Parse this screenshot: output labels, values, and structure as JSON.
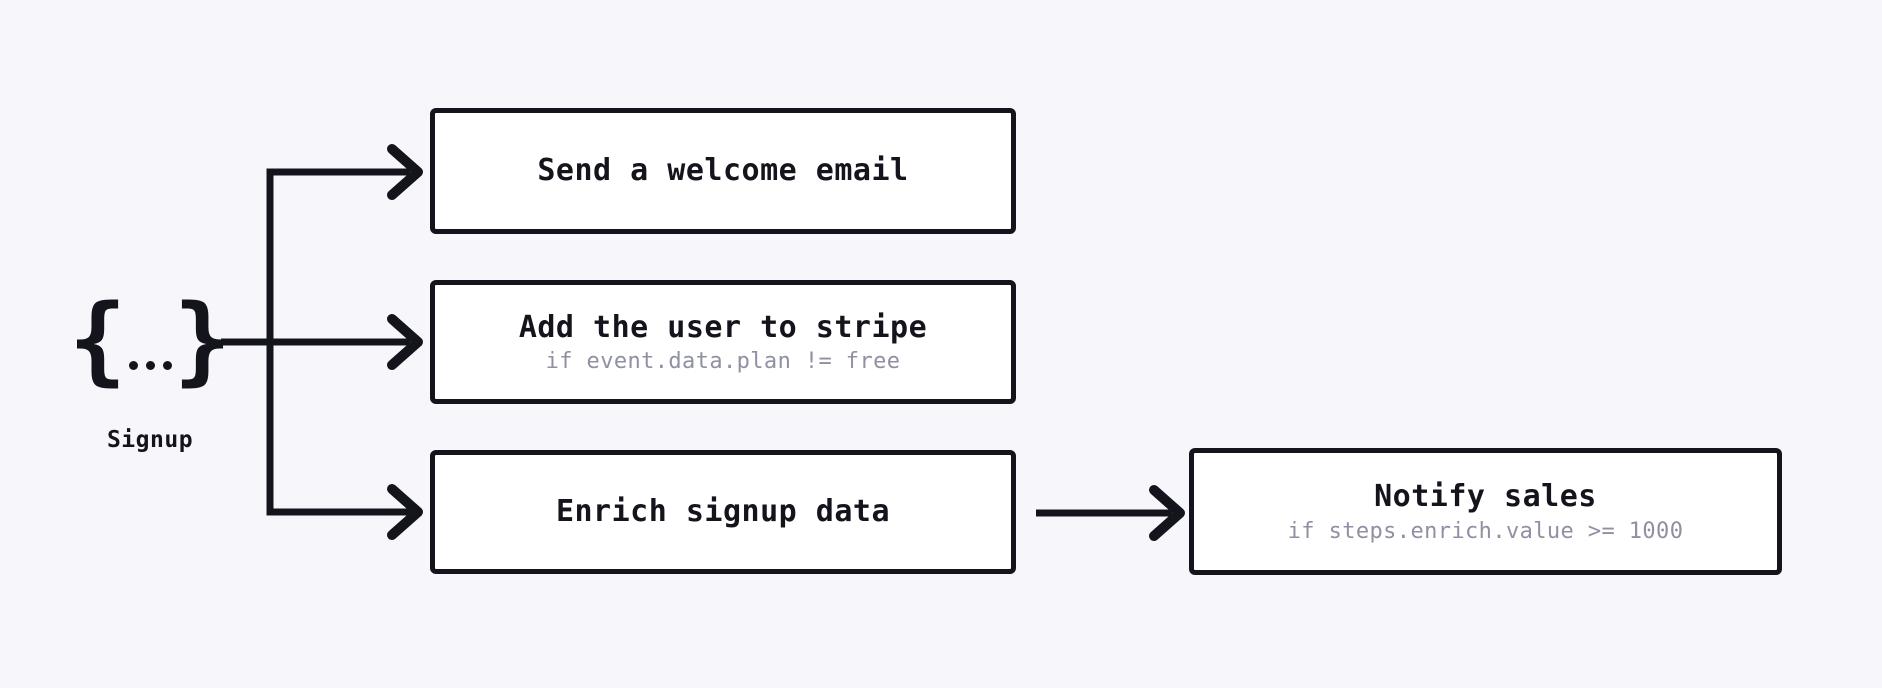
{
  "palette": {
    "background": "#f7f7fb",
    "ink": "#14141d",
    "muted_text": "#8f90a2",
    "box_fill": "#ffffff"
  },
  "event": {
    "name": "Signup",
    "icon_open": "{",
    "icon_close": "}"
  },
  "steps": [
    {
      "title": "Send a welcome email"
    },
    {
      "title": "Add the user to stripe",
      "condition": "if event.data.plan != free"
    },
    {
      "title": "Enrich signup data"
    },
    {
      "title": "Notify sales",
      "condition": "if steps.enrich.value >= 1000"
    }
  ]
}
